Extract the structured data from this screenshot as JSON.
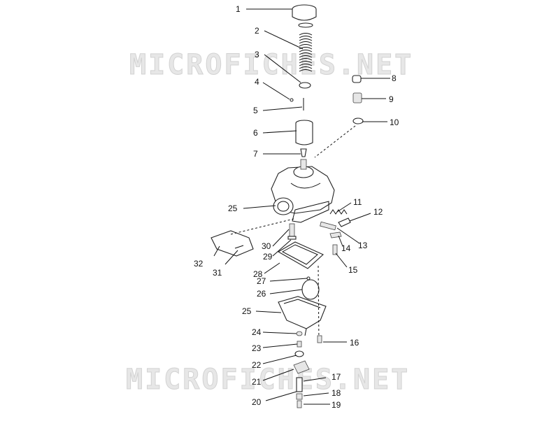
{
  "watermark": "MICROFICHES.NET",
  "labels": [
    "1",
    "2",
    "3",
    "4",
    "5",
    "6",
    "7",
    "8",
    "9",
    "10",
    "11",
    "12",
    "13",
    "14",
    "15",
    "16",
    "17",
    "18",
    "19",
    "20",
    "21",
    "22",
    "23",
    "24",
    "25",
    "25",
    "26",
    "27",
    "28",
    "29",
    "30",
    "31",
    "32"
  ]
}
